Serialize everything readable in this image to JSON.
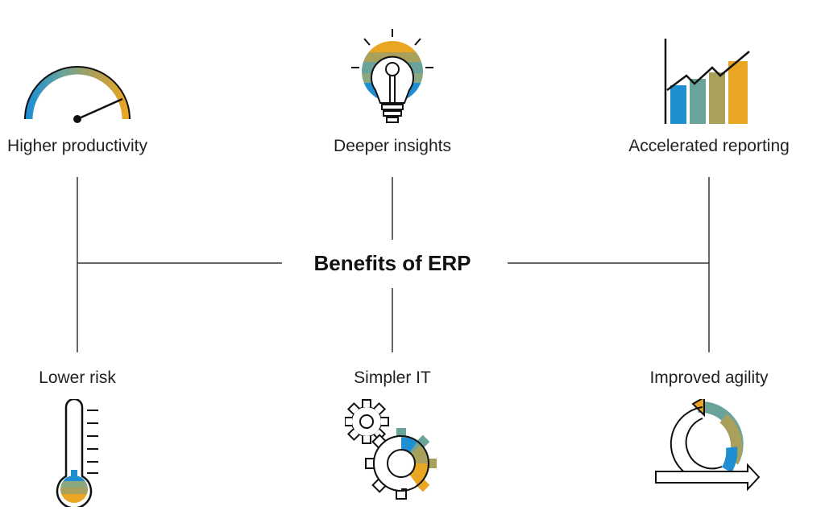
{
  "center": {
    "title": "Benefits of ERP"
  },
  "benefits": [
    {
      "label": "Higher productivity",
      "icon": "speedometer-icon"
    },
    {
      "label": "Deeper insights",
      "icon": "lightbulb-icon"
    },
    {
      "label": "Accelerated reporting",
      "icon": "bar-chart-icon"
    },
    {
      "label": "Lower risk",
      "icon": "thermometer-icon"
    },
    {
      "label": "Simpler IT",
      "icon": "gears-icon"
    },
    {
      "label": "Improved agility",
      "icon": "cycle-arrow-icon"
    }
  ],
  "colors": {
    "line": "#333333",
    "blue": "#1f8fd1",
    "teal": "#6aa39a",
    "olive": "#a9a05b",
    "gold": "#e8a623"
  }
}
